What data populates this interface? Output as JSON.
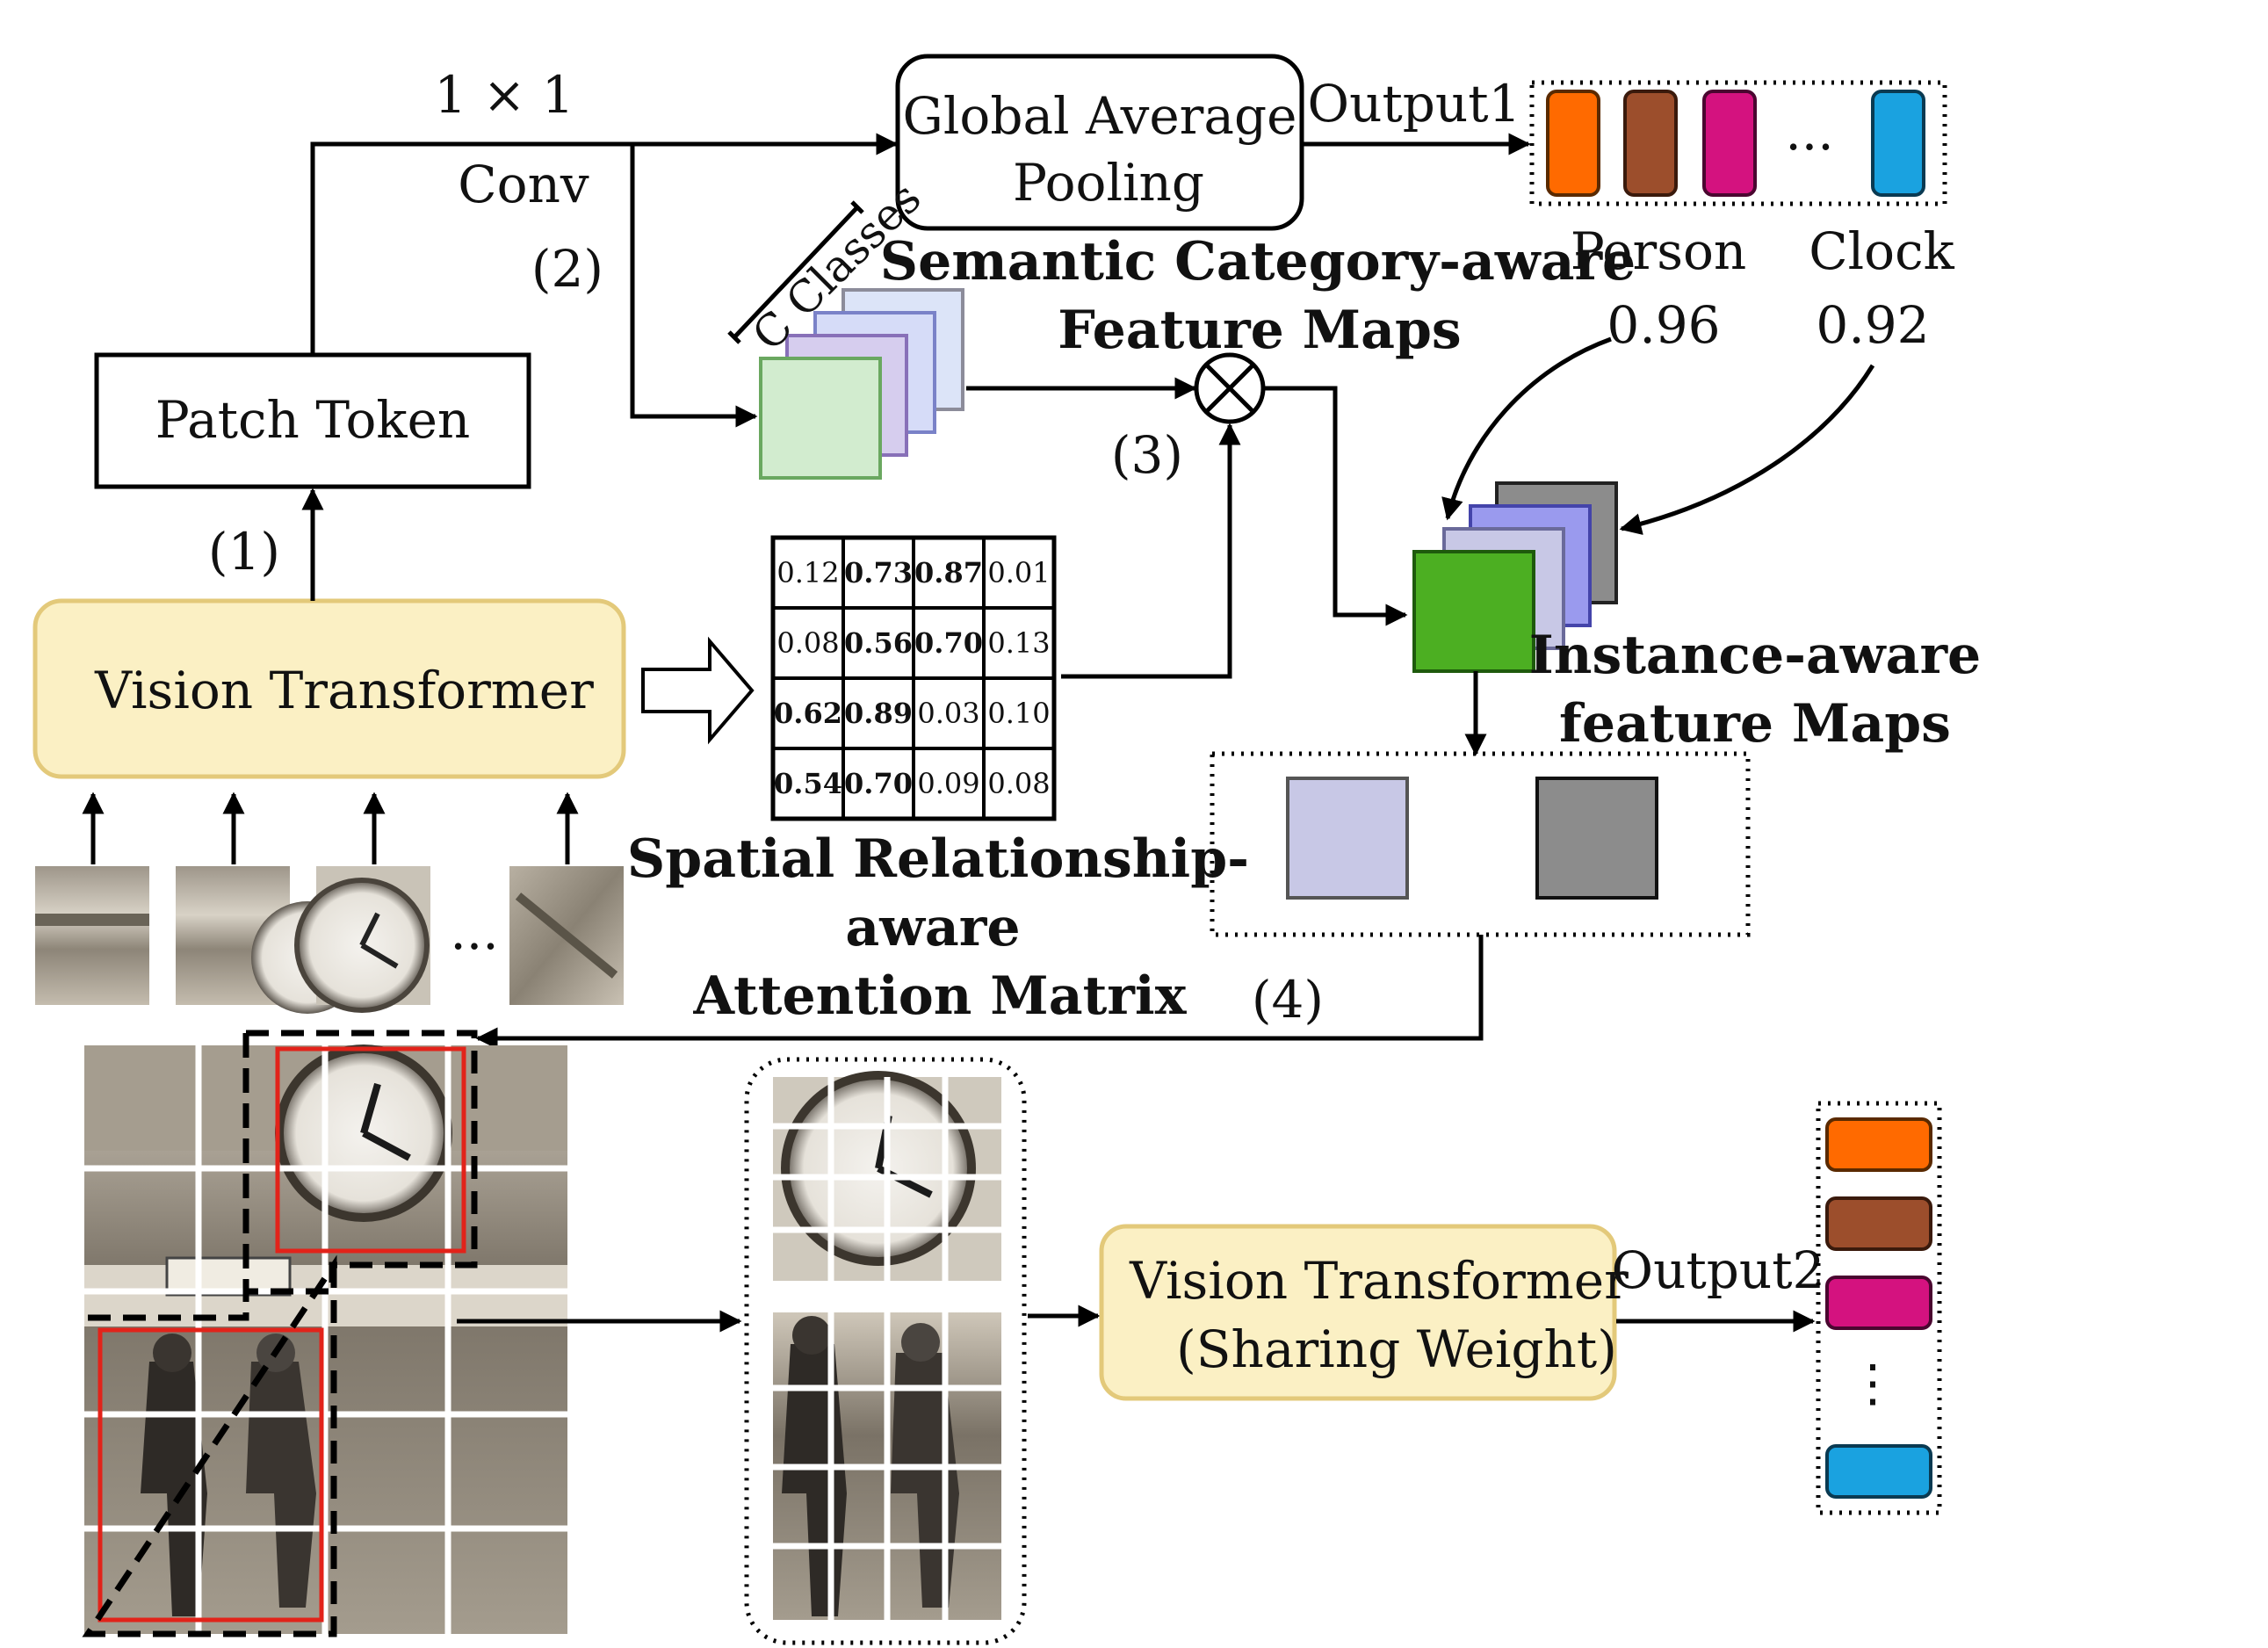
{
  "labels": {
    "conv_top": "1 × 1",
    "conv": "Conv",
    "step1": "(1)",
    "step2": "(2)",
    "step3": "(3)",
    "step4": "(4)",
    "gap_line1": "Global Average",
    "gap_line2": "Pooling",
    "output1": "Output1",
    "output2": "Output2",
    "patch_token": "Patch Token",
    "vision_transformer": "Vision Transformer",
    "vt_sharing_line1": "Vision Transformer",
    "vt_sharing_line2": "(Sharing Weight)",
    "c_classes": "C Classes",
    "semantic_line1": "Semantic Category-aware",
    "semantic_line2": "Feature Maps",
    "person": "Person",
    "person_score": "0.96",
    "clock": "Clock",
    "clock_score": "0.92",
    "instance_line1": "Instance-aware",
    "instance_line2": "feature Maps",
    "spatial_line1": "Spatial Relationship-",
    "spatial_line2": "aware",
    "spatial_line3": "Attention Matrix",
    "ellipsis": "...",
    "vertical_ellipsis": "⋮"
  },
  "attention_matrix": [
    [
      {
        "v": "0.12",
        "b": false
      },
      {
        "v": "0.73",
        "b": true
      },
      {
        "v": "0.87",
        "b": true
      },
      {
        "v": "0.01",
        "b": false
      }
    ],
    [
      {
        "v": "0.08",
        "b": false
      },
      {
        "v": "0.56",
        "b": true
      },
      {
        "v": "0.70",
        "b": true
      },
      {
        "v": "0.13",
        "b": false
      }
    ],
    [
      {
        "v": "0.62",
        "b": true
      },
      {
        "v": "0.89",
        "b": true
      },
      {
        "v": "0.03",
        "b": false
      },
      {
        "v": "0.10",
        "b": false
      }
    ],
    [
      {
        "v": "0.54",
        "b": true
      },
      {
        "v": "0.70",
        "b": true
      },
      {
        "v": "0.09",
        "b": false
      },
      {
        "v": "0.08",
        "b": false
      }
    ]
  ],
  "colors": {
    "orange": "#ff6a00",
    "brown": "#9c4e2c",
    "magenta": "#d4127f",
    "blue": "#1aa2e0",
    "green_map": "#d2eccf",
    "lilac_map": "#d6cdee",
    "lavender_map": "#d6dcf8",
    "instance_green": "#4caf22",
    "instance_lavender": "#c8c8e6",
    "instance_purple": "#9a9aee",
    "instance_gray": "#8c8c8c",
    "vt_fill": "#fbf0c4",
    "red_box": "#e2231a"
  }
}
